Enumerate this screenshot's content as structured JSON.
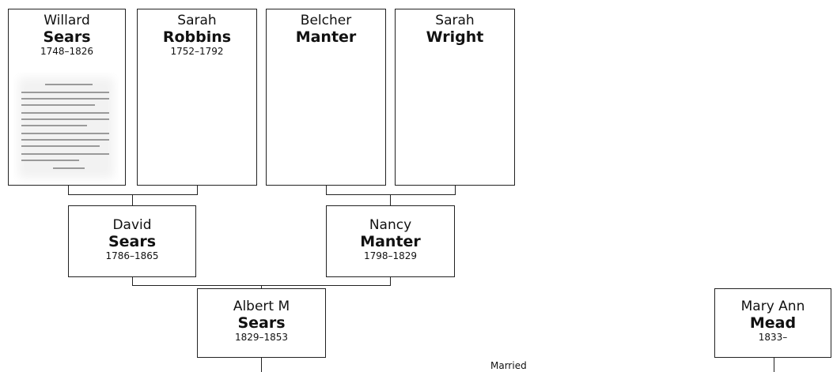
{
  "persons": {
    "willard": {
      "given": "Willard",
      "surname": "Sears",
      "dates": "1748–1826"
    },
    "sarah_robbins": {
      "given": "Sarah",
      "surname": "Robbins",
      "dates": "1752–1792"
    },
    "belcher": {
      "given": "Belcher",
      "surname": "Manter",
      "dates": ""
    },
    "sarah_wright": {
      "given": "Sarah",
      "surname": "Wright",
      "dates": ""
    },
    "david": {
      "given": "David",
      "surname": "Sears",
      "dates": "1786–1865"
    },
    "nancy": {
      "given": "Nancy",
      "surname": "Manter",
      "dates": "1798–1829"
    },
    "albert": {
      "given": "Albert M",
      "surname": "Sears",
      "dates": "1829–1853"
    },
    "mary_ann": {
      "given": "Mary Ann",
      "surname": "Mead",
      "dates": "1833–"
    }
  },
  "relationship_label": "Married"
}
